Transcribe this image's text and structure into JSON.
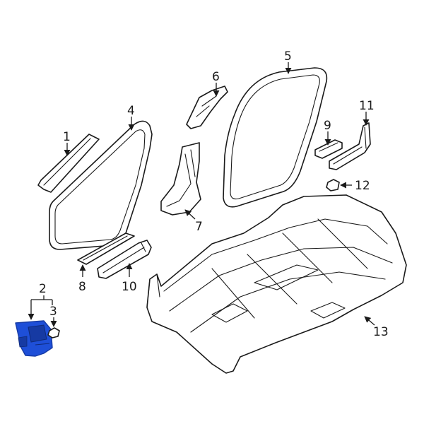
{
  "colors": {
    "line": "#1a1a1a",
    "highlight": "#1e4fd8",
    "highlight_dark": "#163aa3",
    "background": "#ffffff"
  },
  "callouts": {
    "c1": "1",
    "c2": "2",
    "c3": "3",
    "c4": "4",
    "c5": "5",
    "c6": "6",
    "c7": "7",
    "c8": "8",
    "c9": "9",
    "c10": "10",
    "c11": "11",
    "c12": "12",
    "c13": "13"
  }
}
